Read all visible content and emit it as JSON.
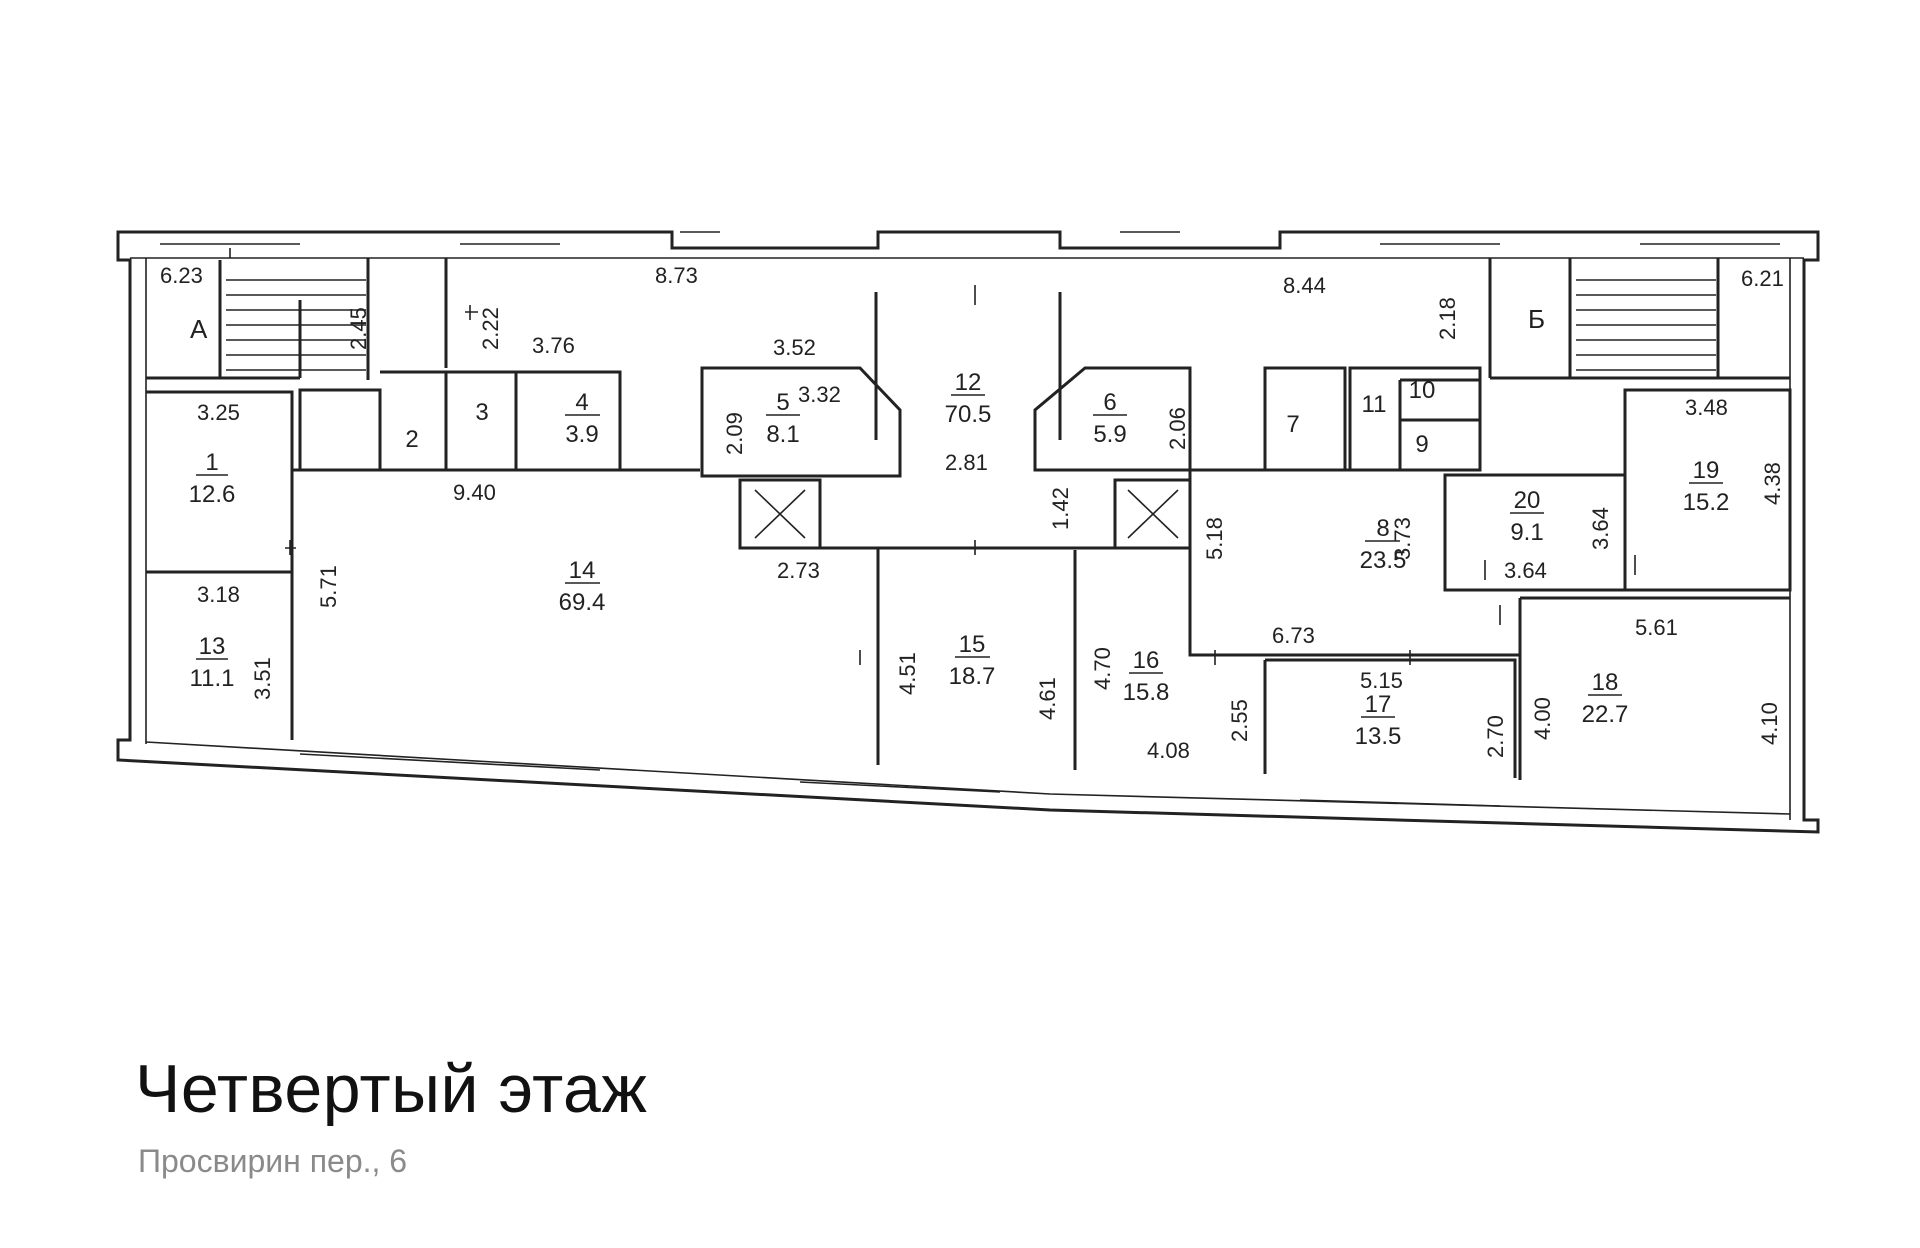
{
  "title": "Четвертый этаж",
  "subtitle": "Просвирин пер., 6",
  "stair_labels": [
    "А",
    "Б"
  ],
  "rooms": [
    {
      "num": "1",
      "area": "12.6"
    },
    {
      "num": "2"
    },
    {
      "num": "3"
    },
    {
      "num": "4",
      "area": "3.9"
    },
    {
      "num": "5",
      "area": "8.1"
    },
    {
      "num": "6",
      "area": "5.9"
    },
    {
      "num": "7"
    },
    {
      "num": "8",
      "area": "23.5"
    },
    {
      "num": "9"
    },
    {
      "num": "10"
    },
    {
      "num": "11"
    },
    {
      "num": "12",
      "area": "70.5"
    },
    {
      "num": "13",
      "area": "11.1"
    },
    {
      "num": "14",
      "area": "69.4"
    },
    {
      "num": "15",
      "area": "18.7"
    },
    {
      "num": "16",
      "area": "15.8"
    },
    {
      "num": "17",
      "area": "13.5"
    },
    {
      "num": "18",
      "area": "22.7"
    },
    {
      "num": "19",
      "area": "15.2"
    },
    {
      "num": "20",
      "area": "9.1"
    }
  ],
  "dimensions": [
    "6.23",
    "2.45",
    "2.22",
    "8.73",
    "3.76",
    "3.52",
    "3.32",
    "2.09",
    "3.25",
    "9.40",
    "2.73",
    "1.42",
    "2.81",
    "2.06",
    "8.44",
    "2.18",
    "6.21",
    "3.48",
    "4.38",
    "3.64",
    "3.64",
    "5.18",
    "3.73",
    "6.73",
    "5.15",
    "5.61",
    "4.00",
    "4.10",
    "2.70",
    "2.55",
    "4.08",
    "4.70",
    "4.61",
    "4.51",
    "5.71",
    "3.18",
    "3.51"
  ]
}
